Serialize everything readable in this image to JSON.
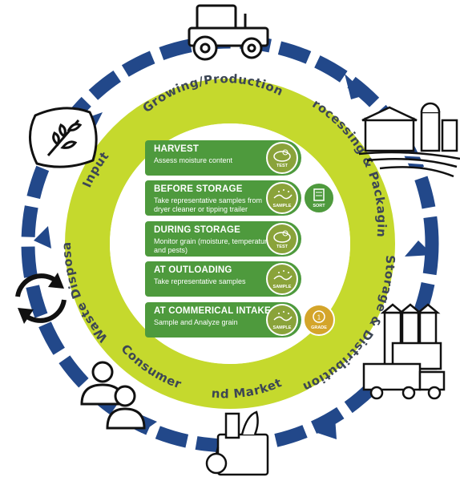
{
  "ring_labels": {
    "growing": "Growing/Production",
    "processing": "Processing & Packaging",
    "storage": "Storage & Distribution",
    "end_markets": "End Markets",
    "consumer": "Consumer",
    "waste": "Waste Disposal",
    "input": "Input"
  },
  "stages": [
    {
      "title": "HARVEST",
      "desc": "Assess moisture content",
      "badge": "TEST"
    },
    {
      "title": "BEFORE STORAGE",
      "desc": "Take representative samples from dryer cleaner or tipping trailer",
      "badge": "SAMPLE",
      "extra_badge": "SORT"
    },
    {
      "title": "DURING STORAGE",
      "desc": "Monitor grain (moisture, temperature and pests)",
      "badge": "TEST"
    },
    {
      "title": "AT OUTLOADING",
      "desc": "Take representative samples",
      "badge": "SAMPLE"
    },
    {
      "title": "AT COMMERICAL INTAKE",
      "desc": "Sample and Analyze grain",
      "badge": "SAMPLE",
      "extra_badge": "GRADE"
    }
  ],
  "colors": {
    "outer_ring": "#22488a",
    "inner_ring": "#c5d92d",
    "card": "#4e9a3d",
    "badge": "#8aa33a",
    "grade_badge": "#d4a52a",
    "text": "#3c4654"
  },
  "icons": [
    "tractor-icon",
    "farm-icon",
    "grain-elevator-icon",
    "grocery-bag-icon",
    "people-icon",
    "recycle-icon",
    "grain-sack-icon"
  ]
}
